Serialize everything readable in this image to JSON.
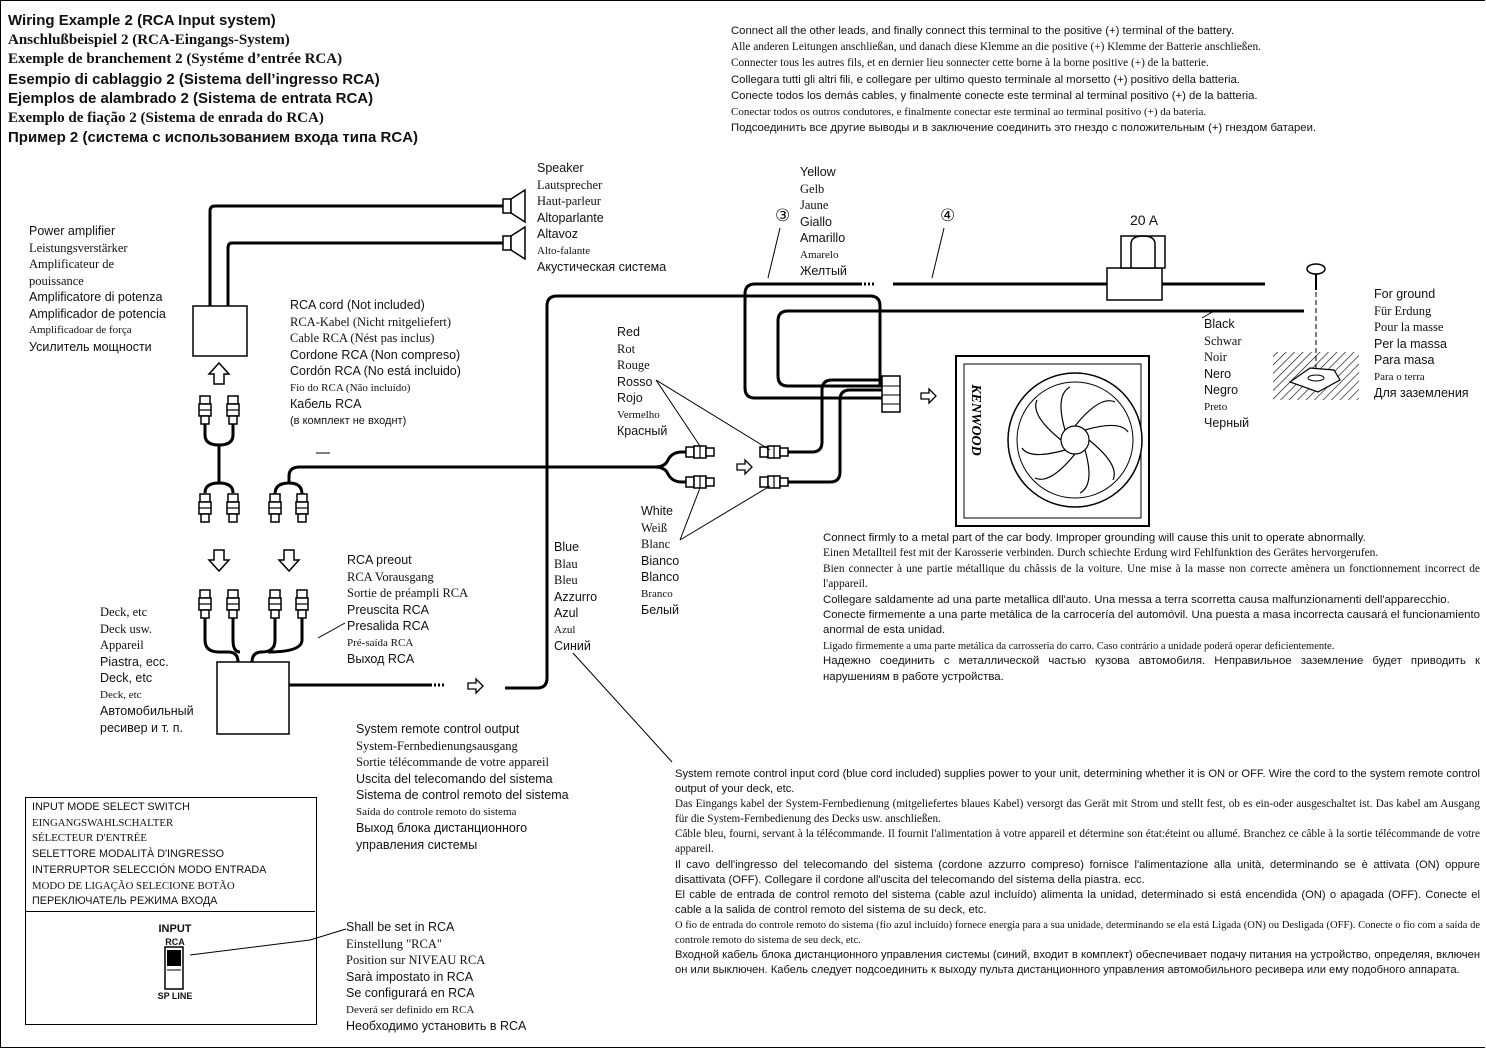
{
  "title_lines": [
    "Wiring Example 2 (RCA  Input system)",
    "Anschlußbeispiel 2 (RCA-Eingangs-System)",
    "Exemple de branchement 2 (Systéme d’entrée  RCA)",
    "Esempio di cablaggio 2 (Sistema dell’ingresso  RCA)",
    "Ejemplos de alambrado 2 (Sistema de entrata   RCA)",
    "Exemplo de fiação 2 (Sistema de enrada  do  RCA)",
    "Пример 2 (система с использованием входа типа RCA)"
  ],
  "battery_note": [
    "Connect all the other leads, and finally connect this terminal to the positive (+) terminal of the battery.",
    "Alle anderen Leitungen anschließan, und danach diese Klemme an die positive (+) Klemme der Batterie anschließen.",
    "Connecter tous les autres fils, et en dernier lieu sonnecter cette borne à la borne positive (+) de la batterie.",
    "Collegara tutti gli altri fili, e collegare per ultimo questo terminale al morsetto (+) positivo della batteria.",
    "Conecte todos los demás cables, y finalmente conecte este terminal al terminal positivo (+) de la batteria.",
    "Conectar todos os outros condutores, e finalmente conectar este terminal ao terminal positivo (+) da bateria.",
    "Подсоединить все другие выводы и в заключение соединить это гнездо с положительным (+) гнездом батареи."
  ],
  "speaker_labels": [
    "Speaker",
    "Lautsprecher",
    "Haut-parleur",
    "Altoparlante",
    "Altavoz",
    "Alto-falante",
    "Акустическая система"
  ],
  "power_amp_labels": [
    "Power amplifier",
    "Leistungsverstärker",
    "Amplificateur de",
    "pouissance",
    "Amplificatore di potenza",
    "Amplificador de potencia",
    "Amplificadoar de força",
    "Усилитель мощности"
  ],
  "rca_cord_labels": [
    "RCA cord (Not included)",
    "RCA-Kabel (Nicht rnitgeliefert)",
    "Cable RCA (Nést pas inclus)",
    "Cordone RCA (Non compreso)",
    "Cordón RCA (No está incluido)",
    "Fio do RCA (Não incluído)",
    "Кабель  RCA",
    "(в  комплект  не  входнт)"
  ],
  "yellow_labels": [
    "Yellow",
    "Gelb",
    "Jaune",
    "Giallo",
    "Amarillo",
    "Amarelo",
    "Желтый"
  ],
  "circle_3": "③",
  "circle_4": "④",
  "fuse_label": "20 A",
  "red_labels": [
    "Red",
    "Rot",
    "Rouge",
    "Rosso",
    "Rojo",
    "Vermelho",
    "Красный"
  ],
  "white_labels": [
    "White",
    "Weiß",
    "Blanc",
    "Bianco",
    "Blanco",
    "Branco",
    "Белый"
  ],
  "blue_labels": [
    "Blue",
    "Blau",
    "Bleu",
    "Azzurro",
    "Azul",
    "Azul",
    "Синий"
  ],
  "black_labels": [
    "Black",
    "Schwar",
    "Noir",
    "Nero",
    "Negro",
    "Preto",
    "Черный"
  ],
  "ground_labels": [
    "For ground",
    "Für Erdung",
    "Pour la masse",
    "Per la massa",
    "Para masa",
    "Para o terra",
    "Для заземления"
  ],
  "deck_labels": [
    "Deck, etc",
    "Deck usw.",
    "Appareil",
    "Piastra, ecc.",
    "Deck, etc",
    "Deck, etc",
    "Автомобильный",
    "ресивер и т. п."
  ],
  "preout_labels": [
    "RCA preout",
    "RCA Vorausgang",
    "Sortie de préampli RCA",
    "Preuscita RCA",
    "Presalida RCA",
    "Pré-saída RCA",
    "Выход RCA"
  ],
  "remote_out_labels": [
    "System remote control output",
    "System-Fernbedienungsausgang",
    "Sortie télécommande de votre appareil",
    "Uscita del telecomando del sistema",
    "Sistema de control remoto del sistema",
    "Saída do controle remoto do sistema",
    "Выход блока дистанционного",
    "управления системы"
  ],
  "grounding_note": [
    "Connect firmly to a metal part of the car body.  Improper grounding will cause this unit to operate abnormally.",
    "Einen Metallteil fest mit der Karosserie verbinden. Durch schiechte Erdung wird Fehlfunktion des Gerätes hervorgerufen.",
    "Bien connecter à une partie métallique du châssis de la voiture. Une mise à la masse non correcte amènera un fonctionnement incorrect de l'appareil.",
    "Collegare saldamente ad una parte metallica dll'auto. Una messa a terra scorretta causa malfunzionamenti dell'apparecchio.",
    "Conecte firmemente a una parte metálica de la carrocería del automóvil. Una puesta a masa incorrecta causará el funcionamiento anormal de esta unidad.",
    "Ligado firmemente a uma parte metálica da carrosseria do carro. Caso contrário a unidade poderá operar deficientemente.",
    "Надежно соединить с металлической частью кузова автомобиля. Неправильное заземление будет приводить к нарушениям в работе устройства."
  ],
  "remote_input_note": [
    "System remote control input cord (blue cord included) supplies power to your unit, determining whether it is ON or OFF. Wire the cord to the system remote control output of your deck, etc.",
    "Das Eingangs kabel der System-Fernbedienung (mitgeliefertes blaues Kabel) versorgt das Gerät mit Strom und stellt fest, ob es ein-oder ausgeschaltet ist.  Das kabel am Ausgang für die System-Fernbedienung  des  Decks usw. anschließen.",
    "Câble bleu, fourni, servant à la télécommande. Il fournit l'alimentation à votre appareil et détermine son état:éteint ou allumé. Branchez ce câble à la sortie télécommande de votre appareil.",
    "Il cavo dell'ingresso del telecomando del sistema (cordone azzurro compreso) fornisce l'alimentazione alla unità, determinando se è attivata (ON) oppure disattivata (OFF). Collegare il cordone all'uscita del  telecomando  del sistema della piastra. ecc.",
    "El cable de entrada de control remoto del sistema (cable azul incluído) alimenta la unidad, determinado si está encendida (ON) o apagada (OFF). Conecte el cable a la salida de control remoto del sistema de su deck, etc.",
    "O fio de entrada do controle remoto do sistema (fio azul incluído) fornece energia para a sua unidade, determinando se ela está Ligada (ON) ou Desligada (OFF). Conecte o fio com a saída de controle remoto do sistema de seu deck, etc.",
    "Входной кабель блока дистанционного управления системы (синий, входит в комплект) обеспечивает подачу питания на устройство, определяя, включен он или выключен. Кабель следует подсоединить к выходу пульта дистанционного управления автомобильного ресивера или ему подобного аппарата."
  ],
  "switch_box_labels": [
    "INPUT MODE SELECT SWITCH",
    "EINGANGSWAHLSCHALTER",
    "SÉLECTEUR D'ENTRÉE",
    "SELETTORE MODALITÀ D'INGRESSO",
    "INTERRUPTOR SELECCIÓN MODO ENTRADA",
    "MODO DE LIGAÇÃO SELECIONE BOTÃO",
    "ПЕРЕКЛЮЧАТЕЛЬ РЕЖИМА ВХОДА"
  ],
  "switch_input": "INPUT",
  "switch_rca": "RCA",
  "switch_spline": "SP LINE",
  "set_rca_labels": [
    "Shall be set in RCA",
    "Einstellung \"RCA\"",
    "Position sur NIVEAU RCA",
    "Sarà impostato in RCA",
    "Se configurará en RCA",
    "Deverá ser definido em RCA",
    "Необходимо установить в RCA"
  ],
  "unit_brand": "KENWOOD"
}
